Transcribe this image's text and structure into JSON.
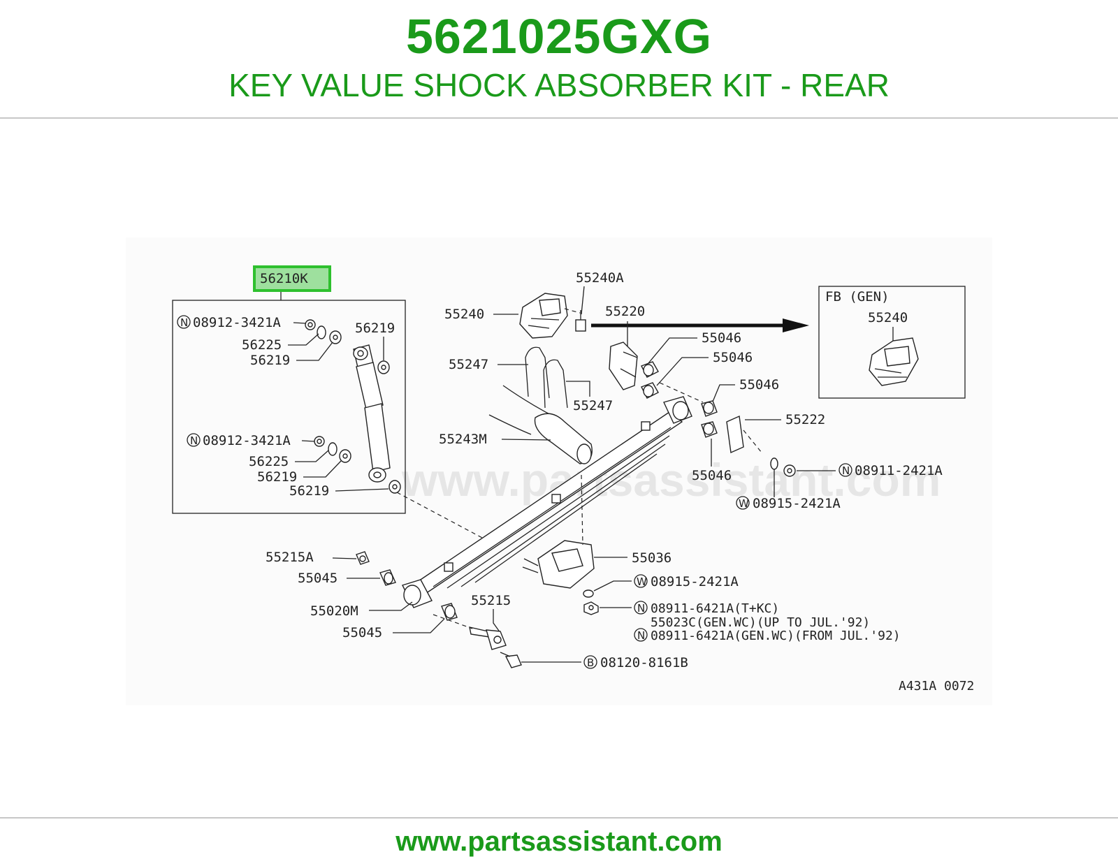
{
  "header": {
    "part_number": "5621025GXG",
    "description": "KEY VALUE SHOCK ABSORBER KIT - REAR"
  },
  "footer": {
    "url": "www.partsassistant.com"
  },
  "watermark": "www.partsassistant.com",
  "colors": {
    "brand_green": "#1a9a1a",
    "highlight_fill": "#9ee09e",
    "highlight_border": "#2ec02e",
    "rule": "#c7c7c7"
  },
  "diagram": {
    "highlighted_part": "56210K",
    "inset_title": "FB (GEN)",
    "inset_part": "55240",
    "code": "A431A 0072",
    "callouts": {
      "n_08912_top": "08912-3421A",
      "c56225_top": "56225",
      "c56219_top_a": "56219",
      "c56219_top_b": "56219",
      "n_08912_bot": "08912-3421A",
      "c56225_bot": "56225",
      "c56219_bot_a": "56219",
      "c56219_bot_b": "56219",
      "c55240": "55240",
      "c55240A": "55240A",
      "c55220": "55220",
      "c55046_a": "55046",
      "c55046_b": "55046",
      "c55046_c": "55046",
      "c55046_d": "55046",
      "c55247_a": "55247",
      "c55247_b": "55247",
      "c55243M": "55243M",
      "c55222": "55222",
      "n_08911_2421A": "08911-2421A",
      "w_08915_2421A_a": "08915-2421A",
      "c55215A": "55215A",
      "c55045_a": "55045",
      "c55036": "55036",
      "w_08915_2421A_b": "08915-2421A",
      "c55020M": "55020M",
      "n_08911_6421A_a": "08911-6421A(T+KC)",
      "c55023C": "55023C(GEN.WC)(UP TO JUL.'92)",
      "n_08911_6421A_b": "08911-6421A(GEN.WC)(FROM JUL.'92)",
      "c55215": "55215",
      "c55045_b": "55045",
      "b_08120": "08120-8161B"
    },
    "symbols": {
      "n": "N",
      "w": "W",
      "b": "B"
    }
  }
}
